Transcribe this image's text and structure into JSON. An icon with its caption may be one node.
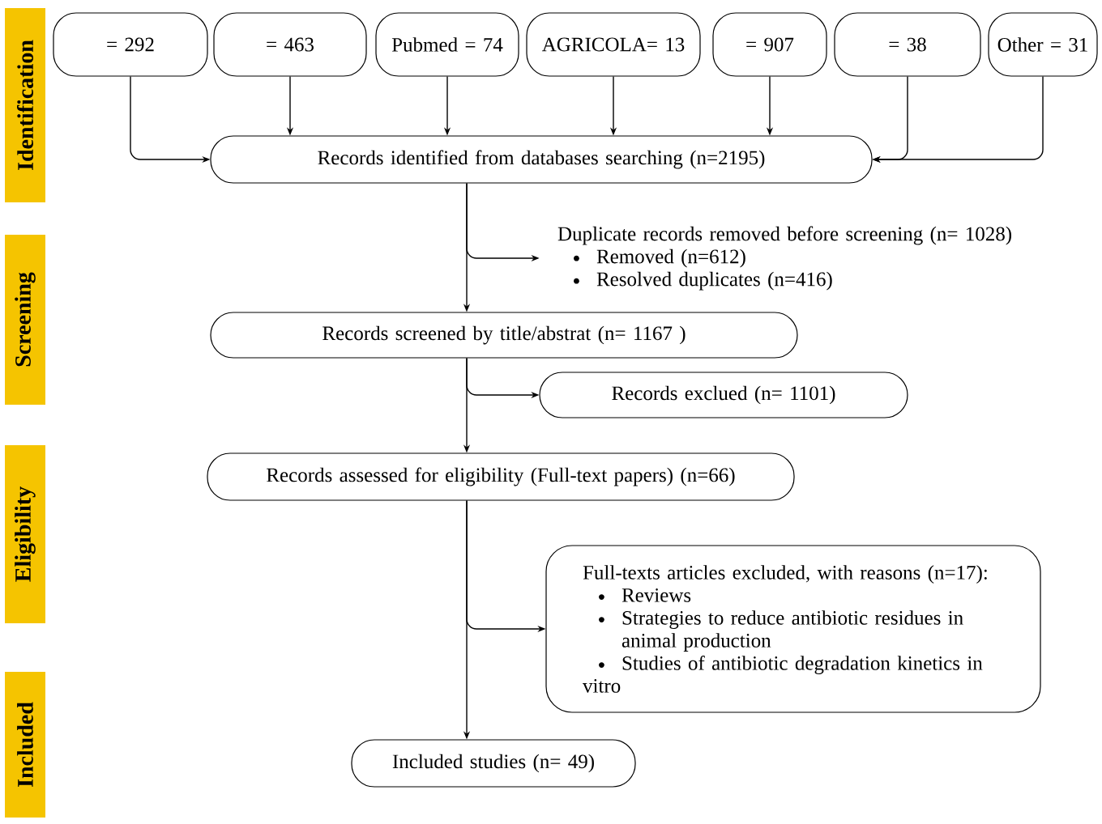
{
  "diagram": {
    "nodes": [
      {
        "text": [
          "Identification"
        ]
      },
      {
        "text": [
          "Screening"
        ]
      },
      {
        "text": [
          "Eligibility"
        ]
      },
      {
        "text": [
          "Included"
        ]
      },
      {
        "text": [
          "= 292"
        ]
      },
      {
        "text": [
          "= 463"
        ]
      },
      {
        "text": [
          "Pubmed = 74"
        ]
      },
      {
        "text": [
          "AGRICOLA= 13"
        ]
      },
      {
        "text": [
          "= 907"
        ]
      },
      {
        "text": [
          "= 38"
        ]
      },
      {
        "text": [
          "Other = 31"
        ]
      },
      {
        "text": [
          "Records identified from databases searching (n=2195)"
        ]
      },
      {
        "text": [
          "Duplicate records removed before screening  (n= 1028)",
          "Removed (n=612)",
          "Resolved duplicates (n=416)"
        ]
      },
      {
        "text": [
          "Records screened by title/abstrat (n= 1167 )"
        ]
      },
      {
        "text": [
          "Records exclued (n= 1101)"
        ]
      },
      {
        "text": [
          "Records assessed for eligibility (Full-text papers) (n=66)"
        ]
      },
      {
        "text": [
          "Full-texts articles excluded, with reasons (n=17):",
          "Reviews",
          "Strategies to reduce antibiotic residues in animal production",
          "Studies of antibiotic degradation kinetics in vitro"
        ]
      },
      {
        "text": [
          "Included studies (n= 49)"
        ]
      }
    ],
    "edges": [
      {
        "from": 4,
        "to": 11,
        "arrow": "to"
      },
      {
        "from": 5,
        "to": 11,
        "arrow": "to"
      },
      {
        "from": 6,
        "to": 11,
        "arrow": "to"
      },
      {
        "from": 7,
        "to": 11,
        "arrow": "to"
      },
      {
        "from": 8,
        "to": 11,
        "arrow": "to"
      },
      {
        "from": 9,
        "to": 11,
        "arrow": "to"
      },
      {
        "from": 10,
        "to": 11,
        "arrow": "to"
      },
      {
        "from": 11,
        "to": 12,
        "arrow": "to"
      },
      {
        "from": 11,
        "to": 13,
        "arrow": "to"
      },
      {
        "from": 13,
        "to": 14,
        "arrow": "to"
      },
      {
        "from": 13,
        "to": 15,
        "arrow": "to"
      },
      {
        "from": 15,
        "to": 16,
        "arrow": "to"
      },
      {
        "from": 15,
        "to": 17,
        "arrow": "to"
      }
    ]
  }
}
